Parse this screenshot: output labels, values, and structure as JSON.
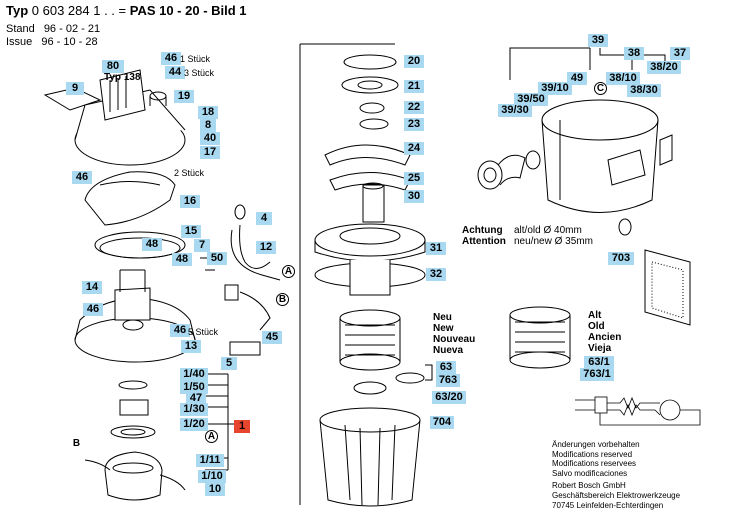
{
  "header": {
    "typ_label": "Typ",
    "typ_number": "0 603 284 1 . . =",
    "model": "PAS 10 - 20 - Bild 1",
    "stand_label": "Stand",
    "stand_value": "96 - 02 - 21",
    "issue_label": "Issue",
    "issue_value": "96 - 10 - 28"
  },
  "parts": {
    "p9": "9",
    "p80": "80",
    "p138": "Typ 138",
    "p46a": "46",
    "p46a_note": "1 Stück",
    "p44": "44",
    "p44_note": "3 Stück",
    "p19": "19",
    "p18": "18",
    "p8": "8",
    "p40": "40",
    "p17": "17",
    "p46b": "46",
    "p46b_note": "2 Stück",
    "p16": "16",
    "p15": "15",
    "p48": "48",
    "p4": "4",
    "p7": "7",
    "p12": "12",
    "p48b": "48",
    "p50": "50",
    "p14": "14",
    "p46c": "46",
    "p46d": "46",
    "p46d_note": "5 Stück",
    "p13": "13",
    "p45": "45",
    "p5": "5",
    "p1_40": "1/40",
    "p1_50": "1/50",
    "p47": "47",
    "p1_30": "1/30",
    "p1_20": "1/20",
    "p1": "1",
    "p1_11": "1/11",
    "p1_10": "1/10",
    "p10": "10",
    "p20": "20",
    "p21": "21",
    "p22": "22",
    "p23": "23",
    "p24": "24",
    "p25": "25",
    "p30": "30",
    "p31": "31",
    "p32": "32",
    "p63": "63",
    "p763": "763",
    "p63_20": "63/20",
    "p704": "704",
    "p39": "39",
    "p38": "38",
    "p37": "37",
    "p49": "49",
    "p39_10": "39/10",
    "p39_50": "39/50",
    "p39_30": "39/30",
    "p38_10": "38/10",
    "p38_20": "38/20",
    "p38_30": "38/30",
    "p703": "703",
    "p63_1": "63/1",
    "p763_1": "763/1"
  },
  "callouts": {
    "A": "A",
    "B": "B",
    "C": "C"
  },
  "filter_new": [
    "Neu",
    "New",
    "Nouveau",
    "Nueva"
  ],
  "filter_old": [
    "Alt",
    "Old",
    "Ancien",
    "Vieja"
  ],
  "attention": {
    "achtung": "Achtung",
    "achtung_text": "alt/old     Ø 40mm",
    "attention": "Attention",
    "attention_text": "neu/new Ø 35mm"
  },
  "footer": [
    "Änderungen vorbehalten",
    "Modifications reserved",
    "Modifications reservees",
    "Salvo modificaciones",
    "Robert Bosch GmbH",
    "Geschäftsbereich Elektrowerkzeuge",
    "70745 Leinfelden-Echterdingen"
  ],
  "colors": {
    "label_bg": "#a9d9f0",
    "highlight": "#e8452f"
  }
}
